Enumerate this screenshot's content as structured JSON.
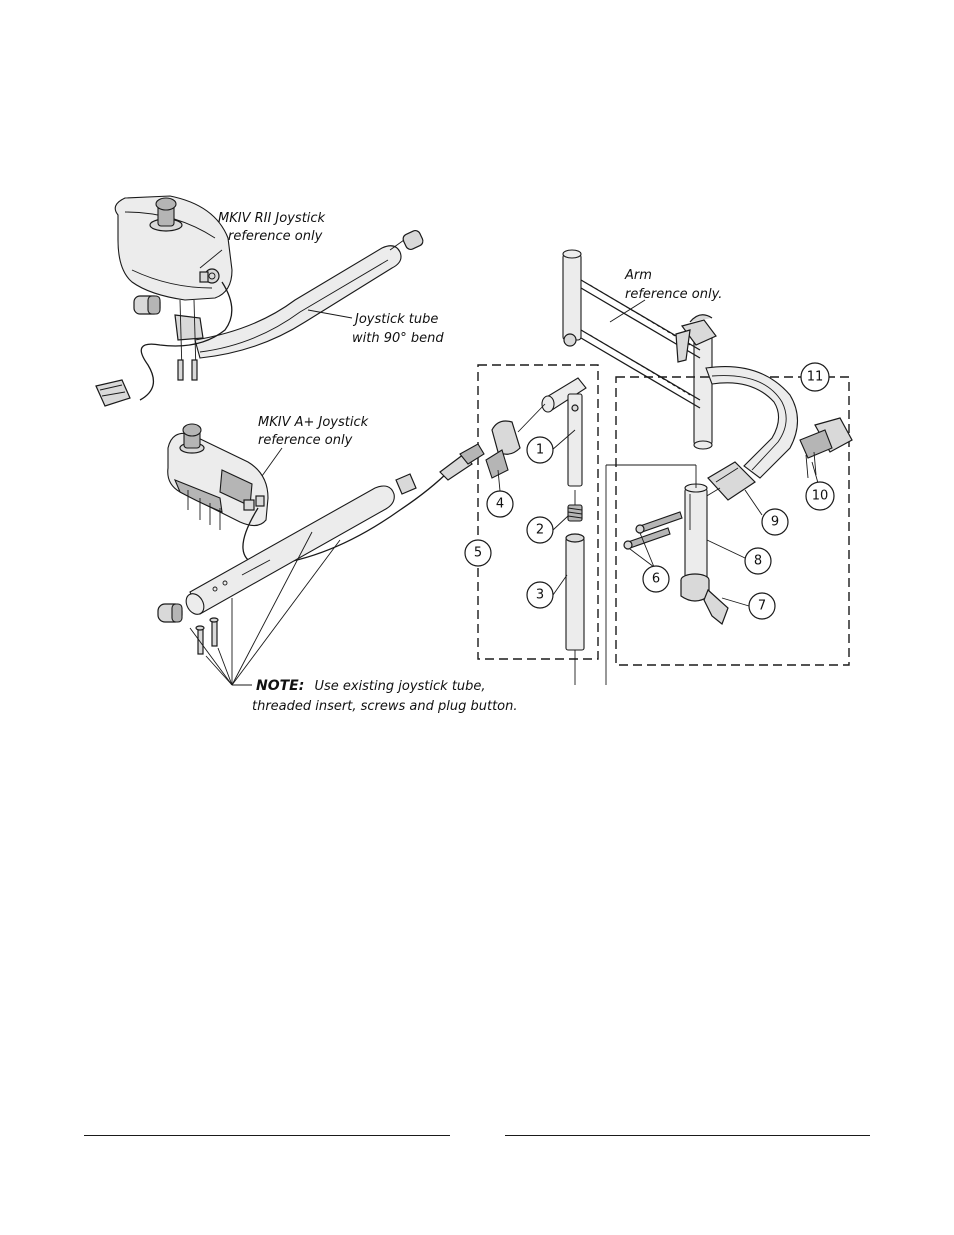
{
  "labels": {
    "mkiv_rii_line1": "MKIV  RII Joystick",
    "mkiv_rii_line2": "reference only",
    "joystick_tube_line1": "Joystick tube",
    "joystick_tube_line2": "with 90° bend",
    "arm_line1": "Arm",
    "arm_line2": "reference only.",
    "mkiv_a_line1": "MKIV A+ Joystick",
    "mkiv_a_line2": "reference only",
    "note_bold": "NOTE:",
    "note_line1": "Use existing joystick tube,",
    "note_line2": "threaded insert, screws and plug button."
  },
  "callouts": {
    "c1": "1",
    "c2": "2",
    "c3": "3",
    "c4": "4",
    "c5": "5",
    "c6": "6",
    "c7": "7",
    "c8": "8",
    "c9": "9",
    "c10": "10",
    "c11": "11"
  }
}
